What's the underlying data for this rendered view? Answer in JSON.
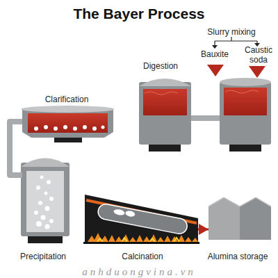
{
  "diagram": {
    "title": "The Bayer Process",
    "nodes": [
      {
        "text": [
          "Slurry mixing"
        ]
      },
      {
        "text": [
          "Digestion"
        ]
      },
      {
        "text": [
          "Clarification"
        ]
      },
      {
        "text": [
          "Precipitation"
        ]
      },
      {
        "text": [
          "Calcination"
        ]
      },
      {
        "text": [
          "Alumina storage"
        ]
      }
    ],
    "edges": [
      {
        "from": 0,
        "to": 1,
        "arrow": "none"
      },
      {
        "from": 2,
        "to": 3,
        "arrow": "none"
      },
      {
        "from": 4,
        "to": 5,
        "arrow": "to"
      }
    ],
    "labels": [
      "Bauxite",
      "Caustic soda",
      "anhduongvina.vn"
    ]
  }
}
